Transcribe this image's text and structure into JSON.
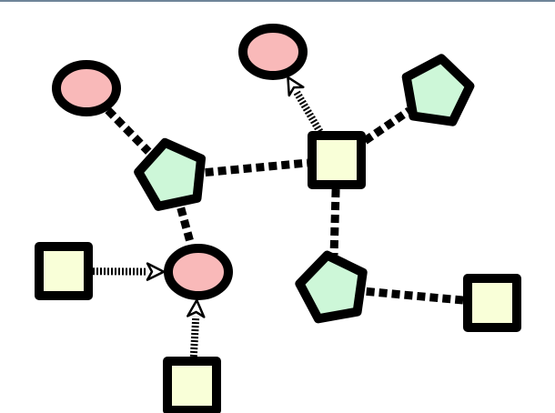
{
  "colors": {
    "circle_fill": "#f9b9b9",
    "pentagon_fill": "#cdf7d8",
    "square_fill": "#f9ffd8",
    "outline": "#000000",
    "frame_line": "#6f8599"
  },
  "nodes": [
    {
      "id": "circle-top-left",
      "shape": "circle"
    },
    {
      "id": "circle-top-center",
      "shape": "circle"
    },
    {
      "id": "circle-middle",
      "shape": "circle"
    },
    {
      "id": "pentagon-left",
      "shape": "pentagon"
    },
    {
      "id": "pentagon-top-right",
      "shape": "pentagon"
    },
    {
      "id": "pentagon-lower-right",
      "shape": "pentagon"
    },
    {
      "id": "square-center",
      "shape": "square"
    },
    {
      "id": "square-left",
      "shape": "square"
    },
    {
      "id": "square-bottom",
      "shape": "square"
    },
    {
      "id": "square-right",
      "shape": "square"
    }
  ],
  "edges": [
    {
      "from": "circle-top-left",
      "to": "pentagon-left",
      "style": "dashed",
      "arrow": false
    },
    {
      "from": "pentagon-left",
      "to": "square-center",
      "style": "dashed",
      "arrow": false
    },
    {
      "from": "pentagon-left",
      "to": "circle-middle",
      "style": "dashed",
      "arrow": false
    },
    {
      "from": "square-center",
      "to": "pentagon-top-right",
      "style": "dashed",
      "arrow": false
    },
    {
      "from": "square-center",
      "to": "pentagon-lower-right",
      "style": "dashed",
      "arrow": false
    },
    {
      "from": "pentagon-lower-right",
      "to": "square-right",
      "style": "dashed",
      "arrow": false
    },
    {
      "from": "square-center",
      "to": "circle-top-center",
      "style": "hatched",
      "arrow": true
    },
    {
      "from": "square-left",
      "to": "circle-middle",
      "style": "hatched",
      "arrow": true
    },
    {
      "from": "square-bottom",
      "to": "circle-middle",
      "style": "hatched",
      "arrow": true
    }
  ]
}
